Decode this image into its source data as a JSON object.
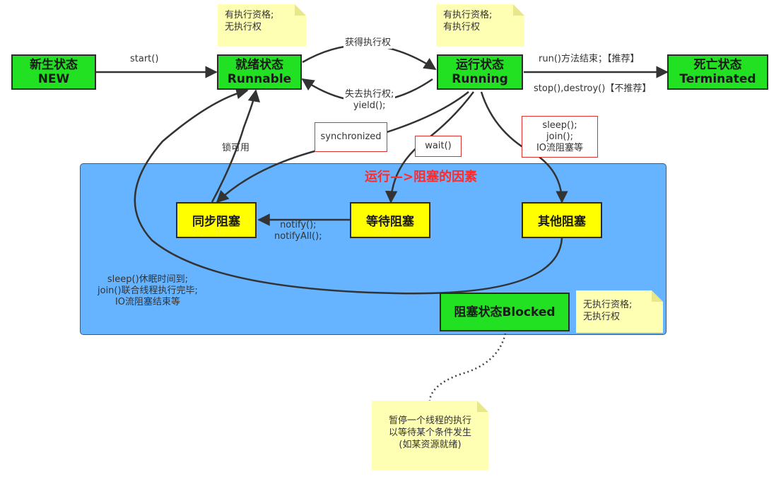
{
  "states": {
    "new": [
      "新生状态",
      "NEW"
    ],
    "runnable": [
      "就绪状态",
      "Runnable"
    ],
    "running": [
      "运行状态",
      "Running"
    ],
    "terminated": [
      "死亡状态",
      "Terminated"
    ],
    "blocked": "阻塞状态Blocked"
  },
  "blocks": {
    "sync": "同步阻塞",
    "wait": "等待阻塞",
    "other": "其他阻塞"
  },
  "notes": {
    "runnable": [
      "有执行资格;",
      "无执行权"
    ],
    "running": [
      "有执行资格;",
      "有执行权"
    ],
    "blocked": [
      "无执行资格;",
      "无执行权"
    ],
    "pause": [
      "暂停一个线程的执行",
      "以等待某个条件发生",
      "(如某资源就绪)"
    ]
  },
  "edges": {
    "start": "start()",
    "get_cpu": "获得执行权",
    "lose_cpu": [
      "失去执行权;",
      "yield();"
    ],
    "run_end": "run()方法结束；【推荐】",
    "stop": "stop(),destroy()【不推荐】",
    "sync": "synchronized",
    "wait": "wait()",
    "other": [
      "sleep();",
      "join();",
      "IO流阻塞等"
    ],
    "lock": "锁可用",
    "notify": [
      "notify();",
      "notifyAll();"
    ],
    "wake": [
      "sleep()休眠时间到;",
      "join()联合线程执行完毕;",
      "IO流阻塞结束等"
    ]
  },
  "heading": "运行—>阻塞的因素",
  "colors": {
    "state_fill": "#22e022",
    "block_fill": "#ffff00",
    "panel_fill": "#66b3ff",
    "note_fill": "#ffffb3",
    "highlight": "#ff2a2a"
  }
}
